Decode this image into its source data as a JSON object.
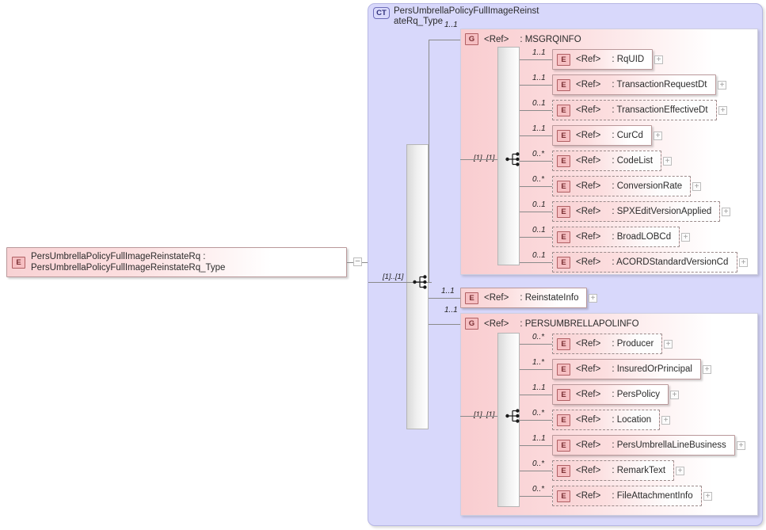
{
  "diagram": {
    "kind": "xsd-schema-tree",
    "root_element": {
      "badge": "E",
      "name": "PersUmbrellaPolicyFullImageReinstateRq",
      "type": "PersUmbrellaPolicyFullImageReinstateRq_Type",
      "toggle": "–",
      "toggle_name": "collapse-toggle"
    },
    "complex_type": {
      "badge": "CT",
      "title": "PersUmbrellaPolicyFullImageReinstateRq_Type",
      "sequence_cardinality": "[1]..[1]"
    },
    "groups": [
      {
        "badge": "G",
        "ref": "<Ref>",
        "name": ": MSGRQINFO",
        "cardinality": "1..1",
        "sequence_cardinality": "[1]..[1]",
        "children": [
          {
            "badge": "E",
            "ref": "<Ref>",
            "name": ": RqUID",
            "cardinality": "1..1",
            "optional": false,
            "expand": "+"
          },
          {
            "badge": "E",
            "ref": "<Ref>",
            "name": ": TransactionRequestDt",
            "cardinality": "1..1",
            "optional": false,
            "expand": "+"
          },
          {
            "badge": "E",
            "ref": "<Ref>",
            "name": ": TransactionEffectiveDt",
            "cardinality": "0..1",
            "optional": true,
            "expand": "+"
          },
          {
            "badge": "E",
            "ref": "<Ref>",
            "name": ": CurCd",
            "cardinality": "1..1",
            "optional": false,
            "expand": "+"
          },
          {
            "badge": "E",
            "ref": "<Ref>",
            "name": ": CodeList",
            "cardinality": "0..*",
            "optional": true,
            "expand": "+"
          },
          {
            "badge": "E",
            "ref": "<Ref>",
            "name": ": ConversionRate",
            "cardinality": "0..*",
            "optional": true,
            "expand": "+"
          },
          {
            "badge": "E",
            "ref": "<Ref>",
            "name": ": SPXEditVersionApplied",
            "cardinality": "0..1",
            "optional": true,
            "expand": "+"
          },
          {
            "badge": "E",
            "ref": "<Ref>",
            "name": ": BroadLOBCd",
            "cardinality": "0..1",
            "optional": true,
            "expand": "+"
          },
          {
            "badge": "E",
            "ref": "<Ref>",
            "name": ": ACORDStandardVersionCd",
            "cardinality": "0..1",
            "optional": true,
            "expand": "+"
          }
        ]
      },
      {
        "badge": "G",
        "ref": "<Ref>",
        "name": ": PERSUMBRELLAPOLINFO",
        "cardinality": "1..1",
        "sequence_cardinality": "[1]..[1]",
        "children": [
          {
            "badge": "E",
            "ref": "<Ref>",
            "name": ": Producer",
            "cardinality": "0..*",
            "optional": true,
            "expand": "+"
          },
          {
            "badge": "E",
            "ref": "<Ref>",
            "name": ": InsuredOrPrincipal",
            "cardinality": "1..*",
            "optional": false,
            "expand": "+"
          },
          {
            "badge": "E",
            "ref": "<Ref>",
            "name": ": PersPolicy",
            "cardinality": "1..1",
            "optional": false,
            "expand": "+"
          },
          {
            "badge": "E",
            "ref": "<Ref>",
            "name": ": Location",
            "cardinality": "0..*",
            "optional": true,
            "expand": "+"
          },
          {
            "badge": "E",
            "ref": "<Ref>",
            "name": ": PersUmbrellaLineBusiness",
            "cardinality": "1..1",
            "optional": false,
            "expand": "+"
          },
          {
            "badge": "E",
            "ref": "<Ref>",
            "name": ": RemarkText",
            "cardinality": "0..*",
            "optional": true,
            "expand": "+"
          },
          {
            "badge": "E",
            "ref": "<Ref>",
            "name": ": FileAttachmentInfo",
            "cardinality": "0..*",
            "optional": true,
            "expand": "+"
          }
        ]
      }
    ],
    "standalone_child": {
      "badge": "E",
      "ref": "<Ref>",
      "name": ": ReinstateInfo",
      "cardinality": "1..1",
      "optional": false,
      "expand": "+"
    },
    "colors": {
      "element_fill": "#f8d2d4",
      "group_fill": "#fbd5d8",
      "complextype_fill": "#d8d8fb",
      "badge_border": "#b05f63",
      "ct_badge_fill": "#d9d9fb",
      "connector": "#8a8a8a"
    }
  }
}
